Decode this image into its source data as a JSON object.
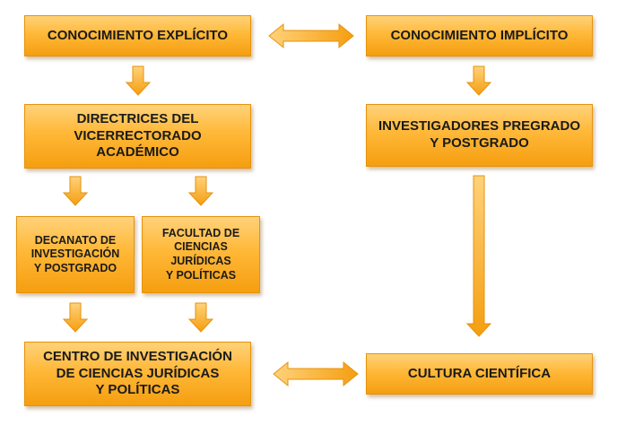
{
  "boxes": {
    "explicit": "CONOCIMIENTO EXPLÍCITO",
    "implicit": "CONOCIMIENTO IMPLÍCITO",
    "directrices": "DIRECTRICES DEL\nVICERRECTORADO\nACADÉMICO",
    "investigadores": "INVESTIGADORES PREGRADO\nY POSTGRADO",
    "decanato": "DECANATO DE\nINVESTIGACIÓN\nY POSTGRADO",
    "facultad": "FACULTAD DE\nCIENCIAS\nJURÍDICAS\nY POLÍTICAS",
    "centro": "CENTRO DE INVESTIGACIÓN\nDE CIENCIAS JURÍDICAS\nY POLÍTICAS",
    "cultura": "CULTURA CIENTÍFICA"
  },
  "colors": {
    "box_fill": "#ffb838",
    "arrow_fill": "#ffb838",
    "arrow_stroke": "#e7920b"
  }
}
